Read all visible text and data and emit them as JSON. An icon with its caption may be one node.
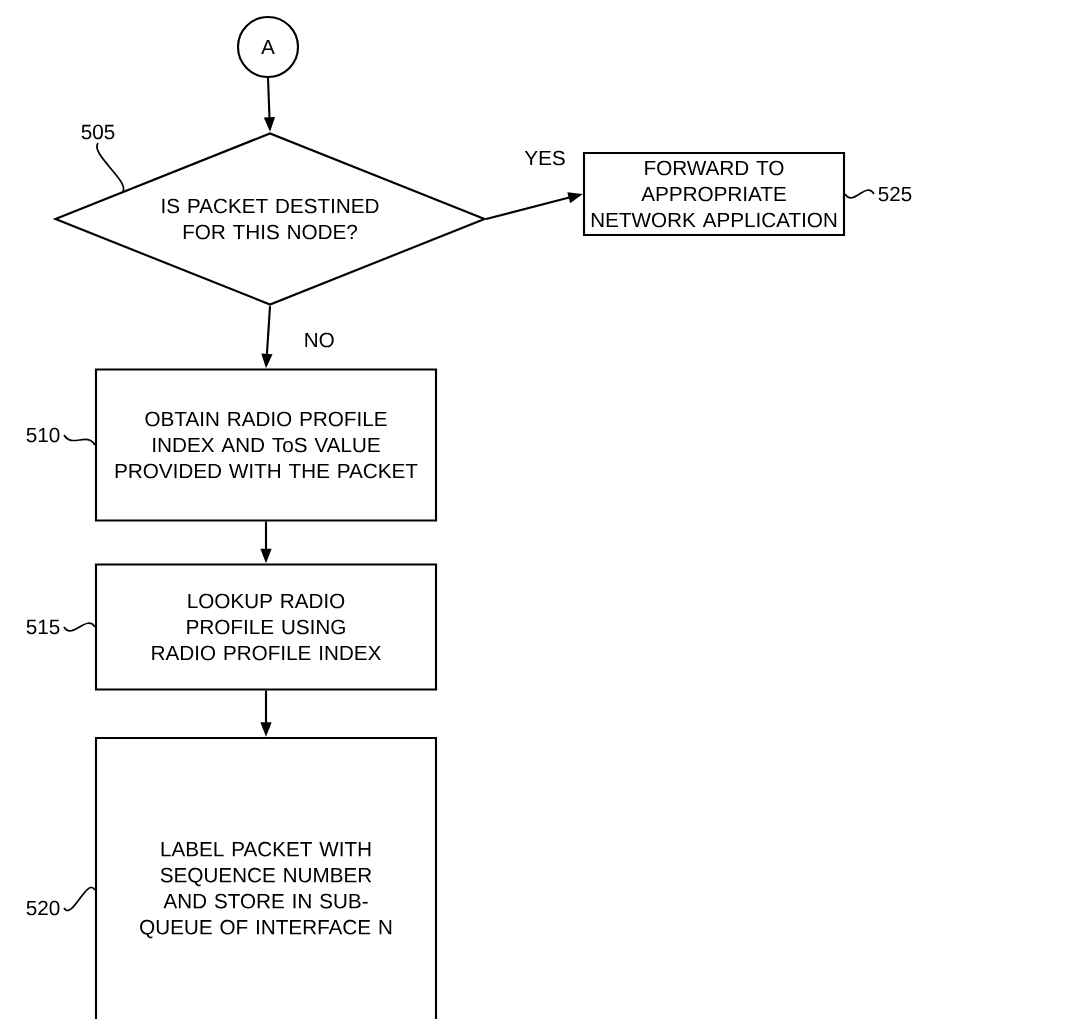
{
  "diagram": {
    "nodes": [
      {
        "text": [
          "A"
        ]
      },
      {
        "text": [
          "IS PACKET DESTINED FOR THIS NODE?"
        ]
      },
      {
        "text": [
          "FORWARD TO APPROPRIATE NETWORK APPLICATION"
        ]
      },
      {
        "text": [
          "OBTAIN RADIO PROFILE INDEX AND ToS VALUE PROVIDED WITH THE PACKET"
        ]
      },
      {
        "text": [
          "LOOKUP RADIO PROFILE USING RADIO PROFILE INDEX"
        ]
      },
      {
        "text": [
          "LABEL PACKET WITH SEQUENCE NUMBER AND STORE IN SUB-QUEUE OF INTERFACE N"
        ]
      },
      {
        "text": [
          "505"
        ]
      },
      {
        "text": [
          "525"
        ]
      },
      {
        "text": [
          "510"
        ]
      },
      {
        "text": [
          "515"
        ]
      },
      {
        "text": [
          "520"
        ]
      }
    ],
    "edges": [
      {
        "from": 0,
        "to": 1,
        "arrow": "to"
      },
      {
        "from": 1,
        "to": 2,
        "arrow": "to",
        "label": "YES"
      },
      {
        "from": 1,
        "to": 3,
        "arrow": "to",
        "label": "NO"
      },
      {
        "from": 3,
        "to": 4,
        "arrow": "to"
      },
      {
        "from": 4,
        "to": 5,
        "arrow": "to"
      },
      {
        "from": 6,
        "to": 1,
        "arrow": "none"
      },
      {
        "from": 7,
        "to": 2,
        "arrow": "none"
      },
      {
        "from": 8,
        "to": 3,
        "arrow": "none"
      },
      {
        "from": 9,
        "to": 4,
        "arrow": "none"
      },
      {
        "from": 10,
        "to": 5,
        "arrow": "none"
      }
    ]
  }
}
